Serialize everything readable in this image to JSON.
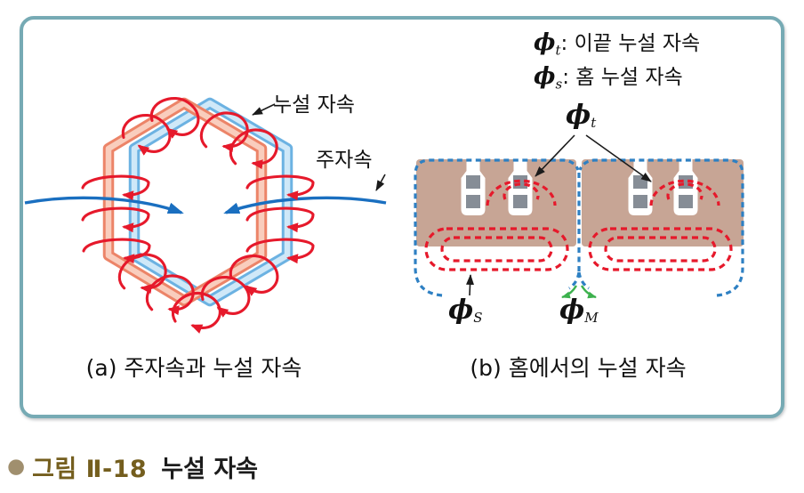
{
  "figure_a": {
    "caption": "(a) 주자속과 누설 자속",
    "label_leakage": "누설 자속",
    "label_main": "주자속"
  },
  "figure_b": {
    "caption": "(b) 홈에서의 누설 자속",
    "legend": [
      {
        "phi": "ϕ",
        "sub": "t",
        "desc": ": 이끝 누설 자속"
      },
      {
        "phi": "ϕ",
        "sub": "s",
        "desc": ": 홈 누설 자속"
      }
    ],
    "labels": {
      "phi_t": {
        "phi": "ϕ",
        "sub": "t"
      },
      "phi_s": {
        "phi": "ϕ",
        "sub": "S"
      },
      "phi_m": {
        "phi": "ϕ",
        "sub": "M"
      }
    }
  },
  "caption": {
    "bullet": "●",
    "figure_no": "그림 Ⅱ-18",
    "title": "누설 자속"
  },
  "colors": {
    "panel_border": "#76aab4",
    "coil_pink_outer": "#ec8468",
    "coil_pink_inner": "#f9cdbd",
    "coil_blue_outer": "#6cb2e2",
    "coil_blue_inner": "#cfe8f8",
    "leakage_red": "#e6192b",
    "main_flux_blue": "#1a6fc0",
    "core_tan": "#c7a595",
    "conductor_gray": "#868d96",
    "flux_dash_blue": "#2e80c3",
    "green_arrow": "#3cb14d",
    "caption_accent": "#745e1e",
    "caption_bullet": "#a08f6e"
  }
}
